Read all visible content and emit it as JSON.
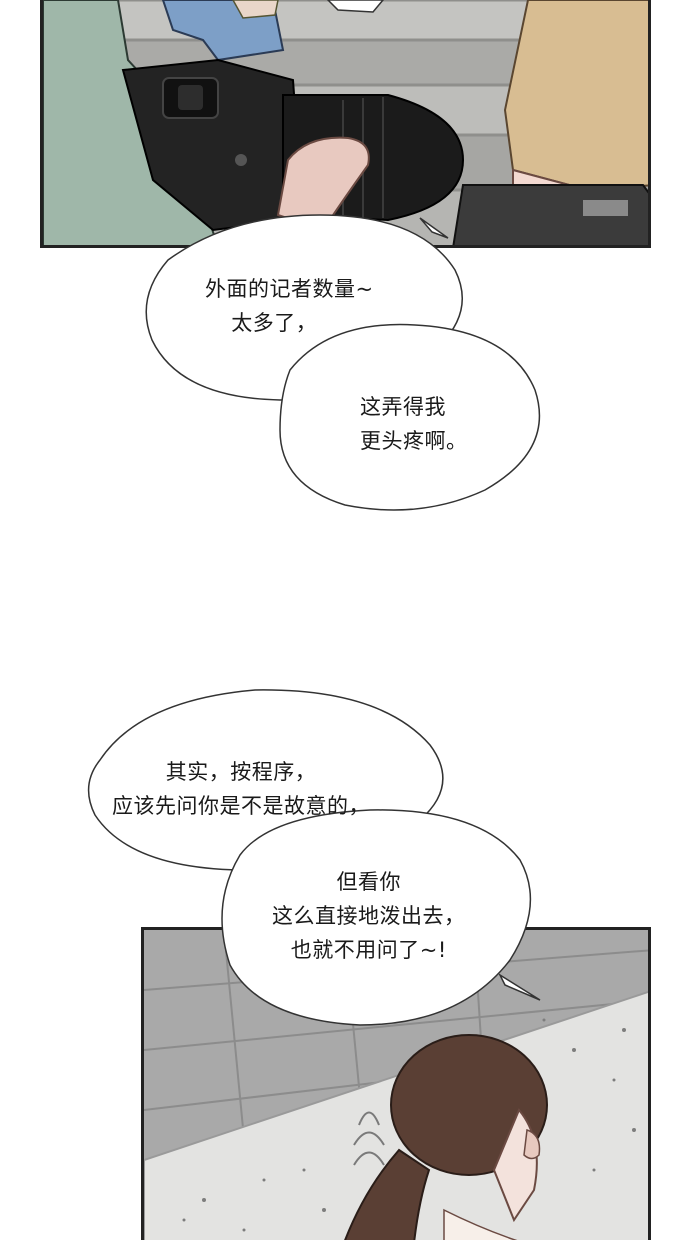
{
  "panels": {
    "top": {
      "description": ""
    },
    "bottom": {
      "description": ""
    }
  },
  "bubble1": {
    "lines": [
      "外面的记者数量~",
      "太多了，"
    ]
  },
  "bubble2": {
    "lines": [
      "这弄得我",
      "更头疼啊。"
    ]
  },
  "bubble3": {
    "lines": [
      "其实，按程序，",
      "应该先问你是不是故意的，"
    ]
  },
  "bubble4": {
    "lines": [
      "但看你",
      "这么直接地泼出去，",
      "也就不用问了~!"
    ]
  },
  "colors": {
    "panel_border": "#222222",
    "bubble_fill": "#ffffff",
    "bubble_stroke": "#333333",
    "pavement": "#a9a9a9",
    "stone_wall": "#e3e3e1",
    "coat_green": "#9fb7a9",
    "camera_black": "#1f1f1f",
    "skin": "#e8c9c0",
    "khaki": "#d8bd92",
    "hair_brown": "#5a3f34"
  }
}
